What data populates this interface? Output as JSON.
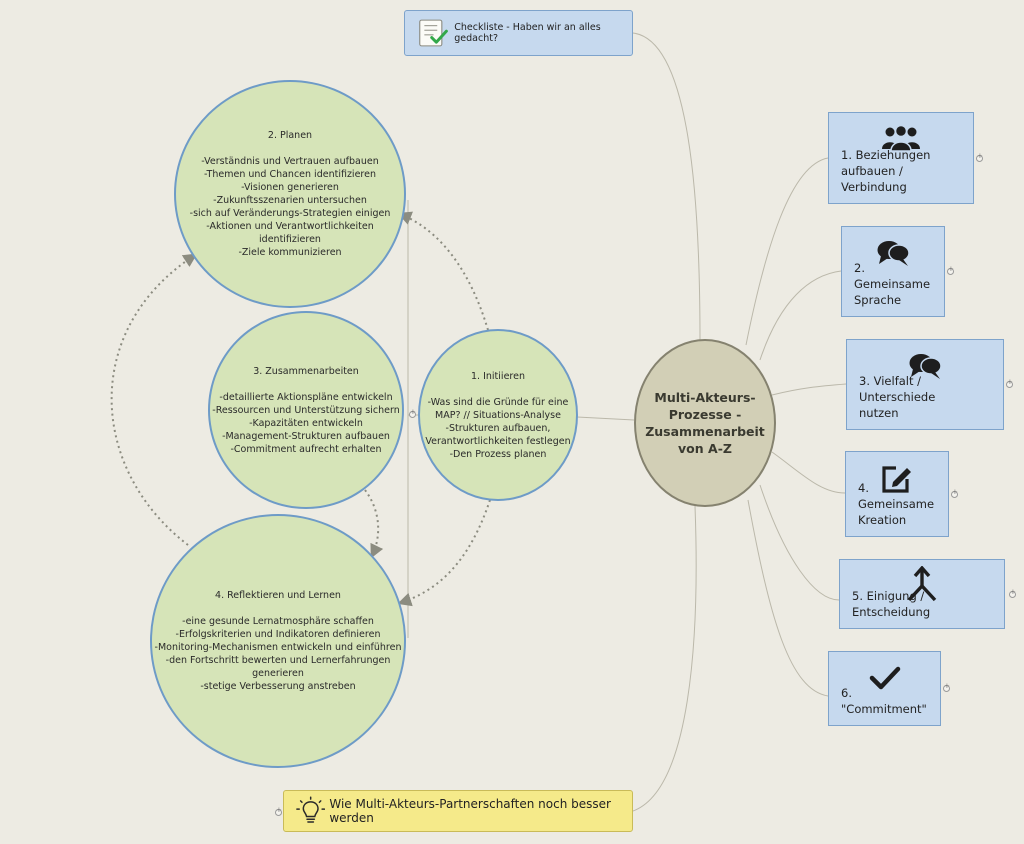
{
  "central": {
    "lines": [
      "Multi-Akteurs-",
      "Prozesse -",
      "Zusammenarbeit",
      "von A-Z"
    ]
  },
  "checklist": {
    "label": "Checkliste - Haben wir an alles gedacht?",
    "icon": "checklist-icon"
  },
  "tip": {
    "label": "Wie Multi-Akteurs-Partnerschaften noch besser werden",
    "icon": "lightbulb-icon"
  },
  "phases": [
    {
      "id": "initiieren",
      "title": "1. Initiieren",
      "lines": [
        "-Was sind die Gründe für eine",
        "MAP? // Situations-Analyse",
        "-Strukturen aufbauen,",
        "Verantwortlichkeiten festlegen",
        "-Den Prozess planen"
      ]
    },
    {
      "id": "planen",
      "title": "2. Planen",
      "lines": [
        "-Verständnis und Vertrauen aufbauen",
        "-Themen und Chancen identifizieren",
        "-Visionen generieren",
        "-Zukunftsszenarien untersuchen",
        "-sich auf Veränderungs-Strategien einigen",
        "-Aktionen und Verantwortlichkeiten",
        "identifizieren",
        "-Ziele kommunizieren"
      ]
    },
    {
      "id": "zusammenarbeiten",
      "title": "3. Zusammenarbeiten",
      "lines": [
        "-detaillierte Aktionspläne entwickeln",
        "-Ressourcen und Unterstützung sichern",
        "-Kapazitäten entwickeln",
        "-Management-Strukturen aufbauen",
        "-Commitment aufrecht erhalten"
      ]
    },
    {
      "id": "reflektieren",
      "title": "4. Reflektieren und Lernen",
      "lines": [
        "-eine gesunde Lernatmosphäre schaffen",
        "-Erfolgskriterien und Indikatoren definieren",
        "-Monitoring-Mechanismen entwickeln und einführen",
        "-den Fortschritt bewerten und Lernerfahrungen",
        "generieren",
        "-stetige Verbesserung anstreben"
      ]
    }
  ],
  "topics": [
    {
      "lines": [
        "1. Beziehungen",
        "aufbauen / Verbindung"
      ],
      "icon": "people-group-icon"
    },
    {
      "lines": [
        "2. Gemeinsame",
        "Sprache"
      ],
      "icon": "speech-bubbles-icon"
    },
    {
      "lines": [
        "3. Vielfalt / Unterschiede",
        "nutzen"
      ],
      "icon": "speech-bubbles-icon"
    },
    {
      "lines": [
        "4. Gemeinsame",
        "Kreation"
      ],
      "icon": "edit-icon"
    },
    {
      "lines": [
        "5. Einigung / Entscheidung"
      ],
      "icon": "merge-arrow-icon"
    },
    {
      "lines": [
        "6. \"Commitment\""
      ],
      "icon": "checkmark-icon"
    }
  ],
  "colors": {
    "background": "#edebe3",
    "phase_fill": "#d6e4b8",
    "phase_border": "#6e9bc7",
    "central_fill": "#d2cfb6",
    "topic_fill": "#c6d9ee",
    "tip_fill": "#f5ea8a",
    "connector": "#b9b6a8",
    "cycle_arrow": "#8c8c80"
  }
}
